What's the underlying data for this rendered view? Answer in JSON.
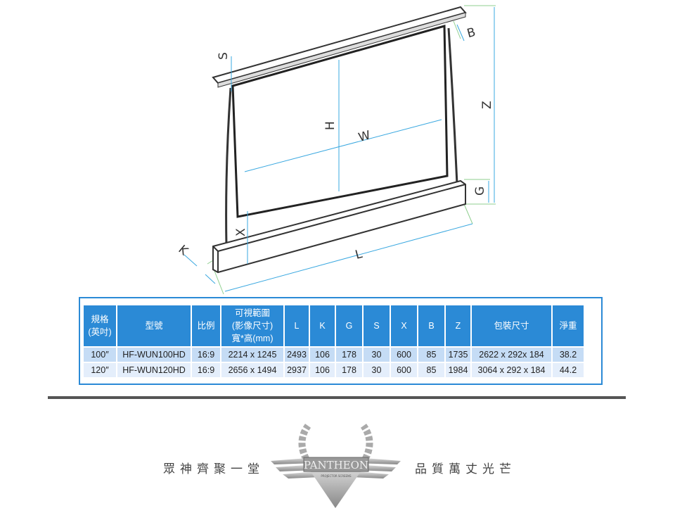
{
  "diagram": {
    "labels": {
      "S": "S",
      "B": "B",
      "Z": "Z",
      "H": "H",
      "W": "W",
      "G": "G",
      "X": "X",
      "K": "K",
      "L": "L"
    }
  },
  "table": {
    "headers": [
      [
        "規格",
        "(英吋)"
      ],
      [
        "型號"
      ],
      [
        "比例"
      ],
      [
        "可視範圍",
        "(影像尺寸)",
        "寬*高(mm)"
      ],
      [
        "L"
      ],
      [
        "K"
      ],
      [
        "G"
      ],
      [
        "S"
      ],
      [
        "X"
      ],
      [
        "B"
      ],
      [
        "Z"
      ],
      [
        "包裝尺寸"
      ],
      [
        "淨重"
      ]
    ],
    "rows": [
      [
        "100″",
        "HF-WUN100HD",
        "16:9",
        "2214 x 1245",
        "2493",
        "106",
        "178",
        "30",
        "600",
        "85",
        "1735",
        "2622 x 292x 184",
        "38.2"
      ],
      [
        "120″",
        "HF-WUN120HD",
        "16:9",
        "2656 x 1494",
        "2937",
        "106",
        "178",
        "30",
        "600",
        "85",
        "1984",
        "3064 x 292 x 184",
        "44.2"
      ]
    ]
  },
  "footer": {
    "slogan_left": "眾神齊聚一堂",
    "slogan_right": "品質萬丈光芒",
    "logo_text": "PANTHEON",
    "logo_subtext": "PROJECTOR SCREENS"
  }
}
